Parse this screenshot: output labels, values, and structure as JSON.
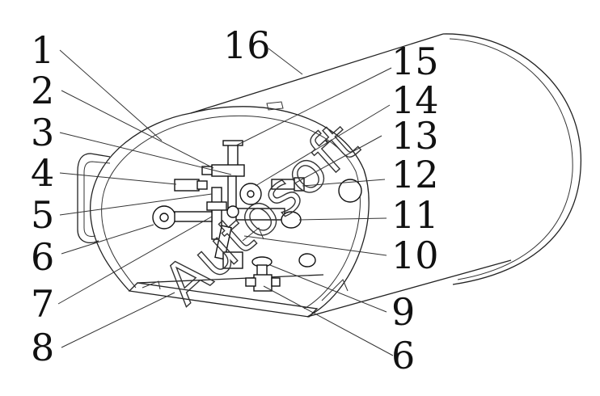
{
  "labels": [
    "1",
    "2",
    "3",
    "4",
    "5",
    "6",
    "7",
    "8",
    "16",
    "15",
    "14",
    "13",
    "12",
    "11",
    "10",
    "9",
    "6"
  ],
  "watermark": "Autosoft",
  "colors": {
    "ink": "#111111",
    "paper": "#ffffff"
  }
}
